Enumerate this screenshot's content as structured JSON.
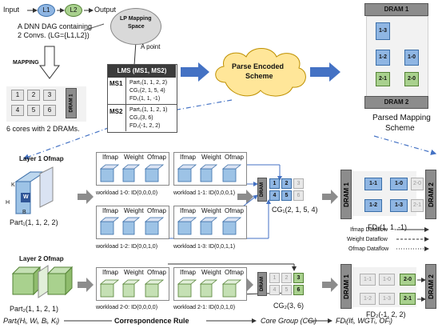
{
  "top_left": {
    "input": "Input",
    "l1": "L1",
    "l2": "L2",
    "output": "Output",
    "dag_line1": "A DNN DAG containing",
    "dag_line2": "2 Convs. (LG={L1,L2})",
    "mapping": "MAPPING",
    "cores": [
      "1",
      "2",
      "3",
      "4",
      "5",
      "6"
    ],
    "dram_label": "DRAM 1",
    "caption": "6 cores with 2 DRAMs."
  },
  "lms_space": {
    "line1": "LP Mapping",
    "line2": "Space",
    "point": "A point"
  },
  "lms_table": {
    "header": "LMS (MS1, MS2)",
    "ms1_label": "MS1",
    "ms1_part": "Part₁(1, 1, 2, 2)",
    "ms1_cg": "CG₁(2, 1, 5, 4)",
    "ms1_fd": "FD₁(1, 1, -1)",
    "ms2_label": "MS2",
    "ms2_part": "Part₂(1, 1, 2, 1)",
    "ms2_cg": "CG₂(3, 6)",
    "ms2_fd": "FD₂(-1, 2, 2)"
  },
  "cloud": {
    "line1": "Parse Encoded",
    "line2": "Scheme"
  },
  "top_right": {
    "dram1": "DRAM 1",
    "dram2": "DRAM 2",
    "cores": [
      "1-3",
      "1-2",
      "1-0",
      "2-1",
      "2-0"
    ],
    "caption1": "Parsed Mapping",
    "caption2": "Scheme"
  },
  "layer1": {
    "title": "Layer 1 Ofmap",
    "dims": {
      "k": "K",
      "w": "W",
      "h": "H",
      "b": "B"
    },
    "part": "Part₁(1, 1, 2, 2)",
    "box_headers": [
      "Ifmap",
      "Weight",
      "Ofmap"
    ],
    "workloads": [
      "workload 1-0: ID(0,0,0,0)",
      "workload 1-1: ID(0,0,0,1)",
      "workload 1-2: ID(0,0,1,0)",
      "workload 1-3: ID(0,0,1,1)"
    ],
    "cg": "CG₁(2, 1, 5, 4)",
    "dram": "DRAM",
    "grid": [
      "1",
      "2",
      "3",
      "4",
      "5",
      "6"
    ],
    "fd_dram1": "DRAM 1",
    "fd_dram2": "DRAM 2",
    "fd_cores": [
      "1-1",
      "1-0",
      "2-0",
      "1-2",
      "1-3",
      "2-1"
    ],
    "fd": "FD₁(1, 1, -1)"
  },
  "legend": {
    "ifmap": "Ifmap Dataflow",
    "weight": "Weight Dataflow",
    "ofmap": "Ofmap Dataflow"
  },
  "layer2": {
    "title": "Layer 2 Ofmap",
    "part": "Part₂(1, 1, 2, 1)",
    "box_headers": [
      "Ifmap",
      "Weight",
      "Ofmap"
    ],
    "workloads": [
      "workload 2-0: ID(0,0,0,0)",
      "workload 2-1: ID(0,0,1,0)"
    ],
    "cg": "CG₂(3, 6)",
    "dram": "DRAM",
    "grid": [
      "1",
      "2",
      "3",
      "4",
      "5",
      "6"
    ],
    "fd_dram1": "DRAM 1",
    "fd_dram2": "DRAM 2",
    "fd_cores": [
      "1-1",
      "1-0",
      "2-0",
      "1-2",
      "1-3",
      "2-1"
    ],
    "fd": "FD₂(-1, 2, 2)"
  },
  "bottom": {
    "left": "Partᵢ(Hᵢ, Wᵢ, Bᵢ, Kᵢ)",
    "rule": "Correspondence Rule",
    "mid": "Core Group (CGᵢ)",
    "right": "FDᵢ(Ifᵢ, WGTᵢ, OFᵢ)"
  },
  "colors": {
    "blue": "#8fb6e3",
    "green": "#a9d18e",
    "arrow": "#4472c4",
    "gray": "#8c8c8c"
  }
}
